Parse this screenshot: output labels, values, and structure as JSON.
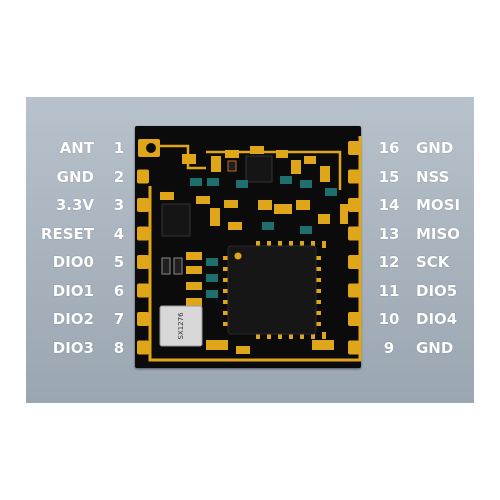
{
  "pins_left": [
    {
      "num": "1",
      "name": "ANT"
    },
    {
      "num": "2",
      "name": "GND"
    },
    {
      "num": "3",
      "name": "3.3V"
    },
    {
      "num": "4",
      "name": "RESET"
    },
    {
      "num": "5",
      "name": "DIO0"
    },
    {
      "num": "6",
      "name": "DIO1"
    },
    {
      "num": "7",
      "name": "DIO2"
    },
    {
      "num": "8",
      "name": "DIO3"
    }
  ],
  "pins_right": [
    {
      "num": "16",
      "name": "GND"
    },
    {
      "num": "15",
      "name": "NSS"
    },
    {
      "num": "14",
      "name": "MOSI"
    },
    {
      "num": "13",
      "name": "MISO"
    },
    {
      "num": "12",
      "name": "SCK"
    },
    {
      "num": "11",
      "name": "DIO5"
    },
    {
      "num": "10",
      "name": "DIO4"
    },
    {
      "num": "9",
      "name": "GND"
    }
  ],
  "crystal_marking": "SX1276",
  "colors": {
    "background": "#a8b3be",
    "board": "#0b0b0b",
    "copper": "#e0a61a",
    "label": "#ffffff",
    "chip": "#161616"
  }
}
